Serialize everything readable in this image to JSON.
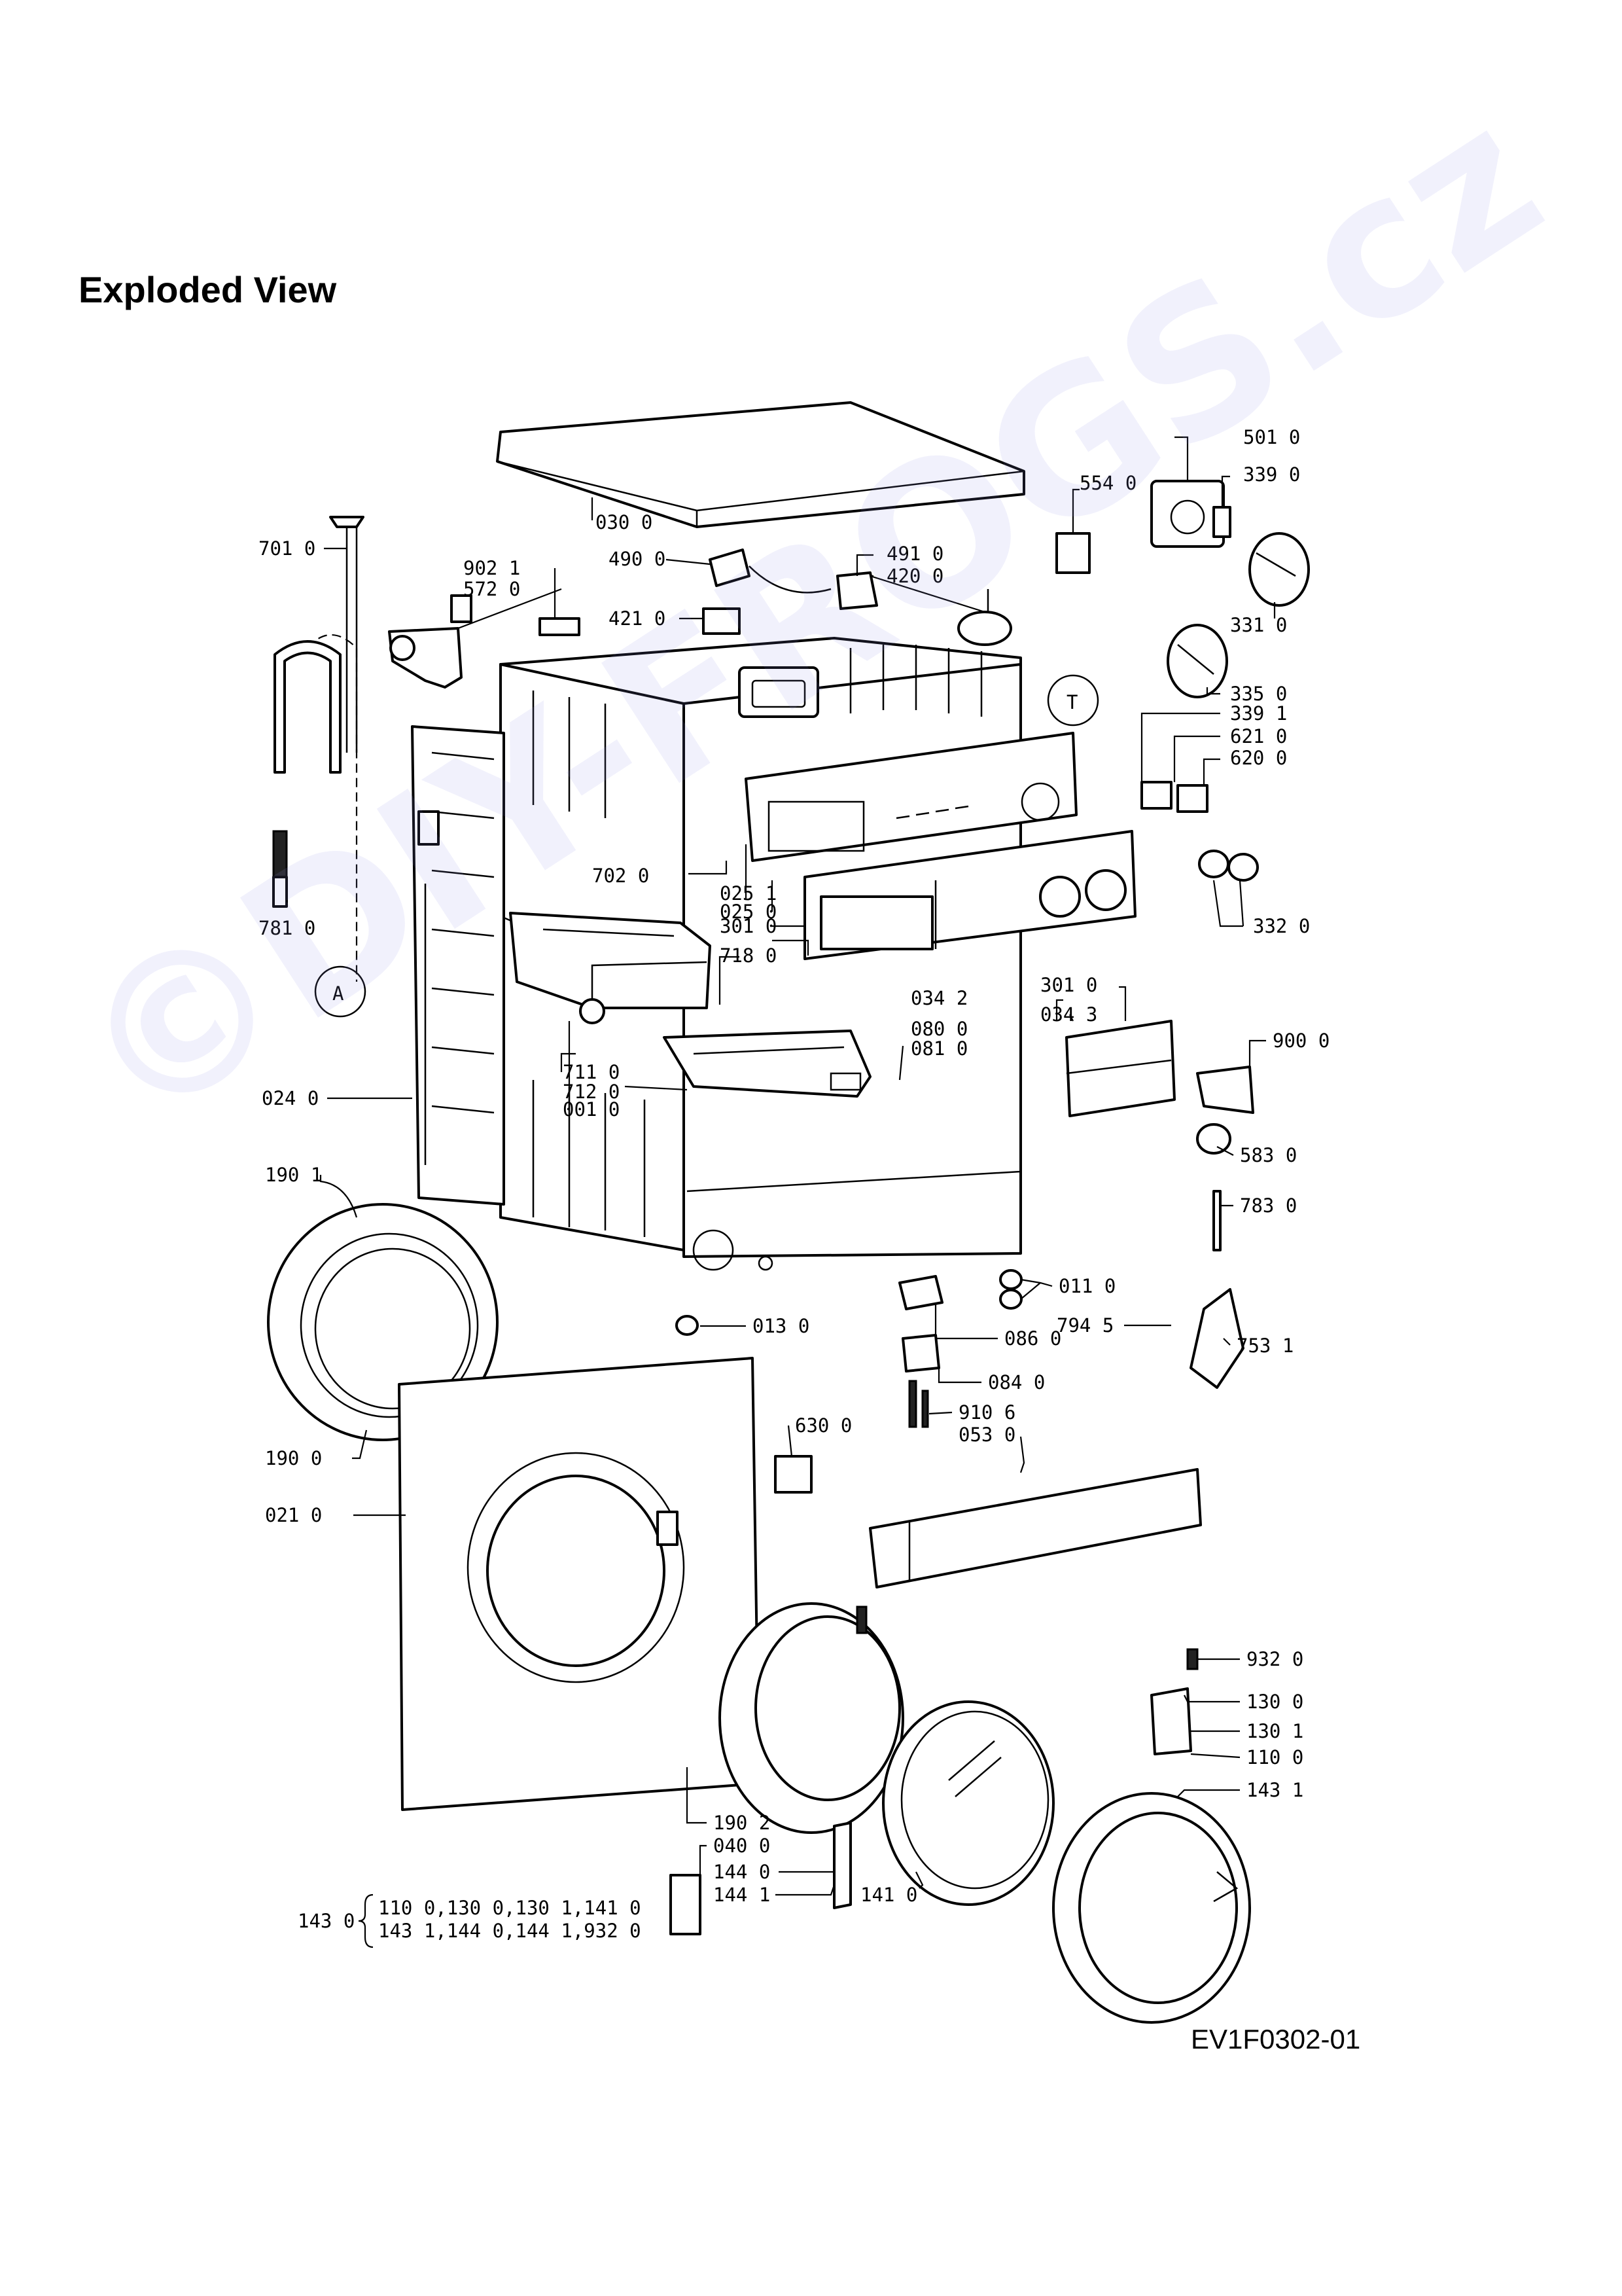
{
  "page": {
    "title": "Exploded View",
    "drawing_code": "EV1F0302-01",
    "watermark": "©DIY-FROGS.cz"
  },
  "labels": [
    {
      "id": "p0300",
      "text": "030 0"
    },
    {
      "id": "p5010",
      "text": "501 0"
    },
    {
      "id": "p5540",
      "text": "554 0"
    },
    {
      "id": "p3390",
      "text": "339 0"
    },
    {
      "id": "p7010",
      "text": "701 0"
    },
    {
      "id": "p4900",
      "text": "490 0"
    },
    {
      "id": "p4910",
      "text": "491 0"
    },
    {
      "id": "p4200",
      "text": "420 0"
    },
    {
      "id": "p9021",
      "text": "902 1"
    },
    {
      "id": "p5720",
      "text": "572 0"
    },
    {
      "id": "p4210",
      "text": "421 0"
    },
    {
      "id": "p3310",
      "text": "331 0"
    },
    {
      "id": "p3350",
      "text": "335 0"
    },
    {
      "id": "p3391",
      "text": "339 1"
    },
    {
      "id": "p6210",
      "text": "621 0"
    },
    {
      "id": "p6200",
      "text": "620 0"
    },
    {
      "id": "p7020",
      "text": "702 0"
    },
    {
      "id": "p0251",
      "text": "025 1"
    },
    {
      "id": "p0250",
      "text": "025 0"
    },
    {
      "id": "p3010a",
      "text": "301 0"
    },
    {
      "id": "p7180",
      "text": "718 0"
    },
    {
      "id": "p7810",
      "text": "781 0"
    },
    {
      "id": "p3320",
      "text": "332 0"
    },
    {
      "id": "p3010b",
      "text": "301 0"
    },
    {
      "id": "p0342",
      "text": "034 2"
    },
    {
      "id": "p0343",
      "text": "034 3"
    },
    {
      "id": "p0800",
      "text": "080 0"
    },
    {
      "id": "p0810",
      "text": "081 0"
    },
    {
      "id": "p9000",
      "text": "900 0"
    },
    {
      "id": "p7110",
      "text": "711 0"
    },
    {
      "id": "p7120",
      "text": "712 0"
    },
    {
      "id": "p0010",
      "text": "001 0"
    },
    {
      "id": "p0240",
      "text": "024 0"
    },
    {
      "id": "p5830",
      "text": "583 0"
    },
    {
      "id": "p7830",
      "text": "783 0"
    },
    {
      "id": "p1901",
      "text": "190 1"
    },
    {
      "id": "p0110",
      "text": "011 0"
    },
    {
      "id": "p0130",
      "text": "013 0"
    },
    {
      "id": "p0860",
      "text": "086 0"
    },
    {
      "id": "p7945",
      "text": "794 5"
    },
    {
      "id": "p7531",
      "text": "753 1"
    },
    {
      "id": "p0840",
      "text": "084 0"
    },
    {
      "id": "p6300",
      "text": "630 0"
    },
    {
      "id": "p9106",
      "text": "910 6"
    },
    {
      "id": "p0530",
      "text": "053 0"
    },
    {
      "id": "p1900",
      "text": "190 0"
    },
    {
      "id": "p0210",
      "text": "021 0"
    },
    {
      "id": "p9320",
      "text": "932 0"
    },
    {
      "id": "p1300",
      "text": "130 0"
    },
    {
      "id": "p1301",
      "text": "130 1"
    },
    {
      "id": "p1100",
      "text": "110 0"
    },
    {
      "id": "p1431",
      "text": "143 1"
    },
    {
      "id": "p1902",
      "text": "190 2"
    },
    {
      "id": "p0400",
      "text": "040 0"
    },
    {
      "id": "p1440",
      "text": "144 0"
    },
    {
      "id": "p1441",
      "text": "144 1"
    },
    {
      "id": "p1410",
      "text": "141 0"
    },
    {
      "id": "kitmain",
      "text": "143 0"
    },
    {
      "id": "kitline1",
      "text": "110 0,130 0,130 1,141 0"
    },
    {
      "id": "kitline2",
      "text": "143 1,144 0,144 1,932 0"
    }
  ],
  "markers": [
    {
      "id": "mA",
      "text": "A"
    },
    {
      "id": "mT",
      "text": "T"
    }
  ]
}
